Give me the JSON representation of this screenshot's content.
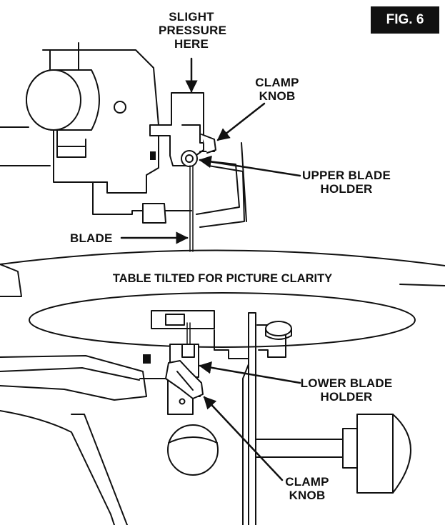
{
  "figure_label": "FIG. 6",
  "table_caption": "TABLE TILTED FOR PICTURE CLARITY",
  "callouts": {
    "slight_pressure": [
      "SLIGHT",
      "PRESSURE",
      "HERE"
    ],
    "upper_clamp_knob": [
      "CLAMP",
      "KNOB"
    ],
    "upper_blade_holder": [
      "UPPER BLADE",
      "HOLDER"
    ],
    "blade": [
      "BLADE"
    ],
    "lower_blade_holder": [
      "LOWER BLADE",
      "HOLDER"
    ],
    "lower_clamp_knob": [
      "CLAMP",
      "KNOB"
    ]
  },
  "colors": {
    "ink": "#111111",
    "paper": "#ffffff"
  }
}
